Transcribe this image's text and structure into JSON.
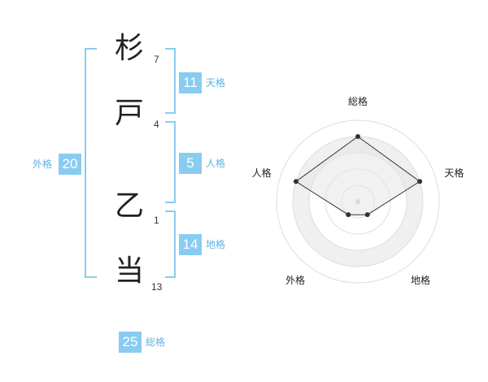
{
  "name": {
    "chars": [
      {
        "char": "杉",
        "strokes": "7"
      },
      {
        "char": "戸",
        "strokes": "4"
      },
      {
        "char": "乙",
        "strokes": "1"
      },
      {
        "char": "当",
        "strokes": "13"
      }
    ]
  },
  "fortunes": {
    "tenkaku": {
      "value": "11",
      "label": "天格"
    },
    "jinkaku": {
      "value": "5",
      "label": "人格"
    },
    "chikaku": {
      "value": "14",
      "label": "地格"
    },
    "gaikaku": {
      "value": "20",
      "label": "外格"
    },
    "soukaku": {
      "value": "25",
      "label": "総格"
    }
  },
  "colors": {
    "accent": "#88ccf1",
    "accent_text": "#5cb3e6",
    "radar_fill": "#f0f0f0",
    "radar_ring": "#dddddd"
  },
  "chart_data": {
    "type": "radar",
    "axes": [
      "総格",
      "天格",
      "地格",
      "外格",
      "人格"
    ],
    "values": [
      4,
      4,
      1,
      1,
      4
    ],
    "scale_max": 5,
    "grid": true
  }
}
